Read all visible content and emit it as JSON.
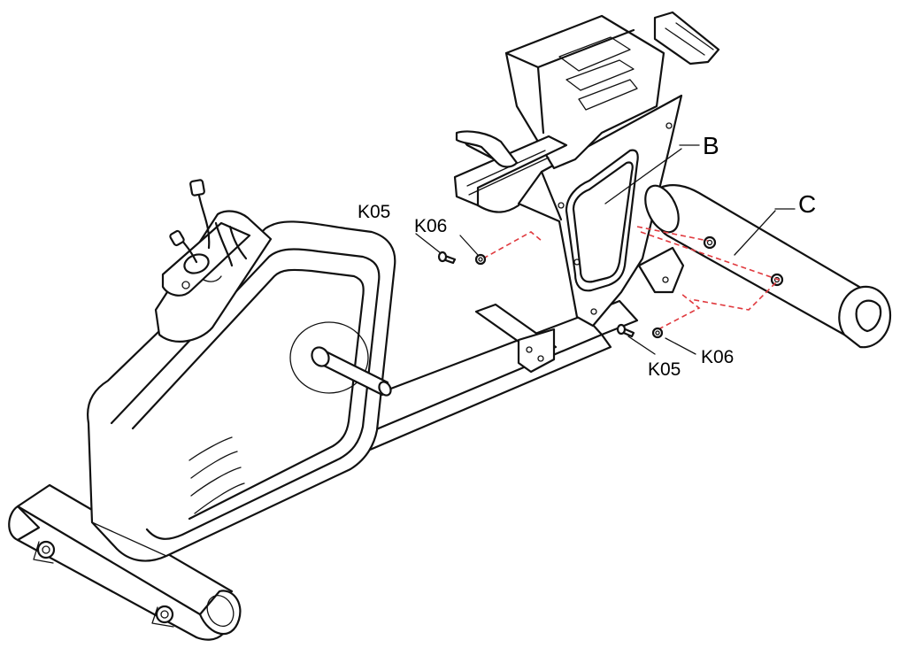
{
  "labels": {
    "part_b": "B",
    "part_c": "C",
    "k05_left": "K05",
    "k06_left": "K06",
    "k05_right": "K05",
    "k06_right": "K06"
  },
  "colors": {
    "line": "#111111",
    "guide_dash": "#e0393e",
    "background": "#ffffff"
  }
}
